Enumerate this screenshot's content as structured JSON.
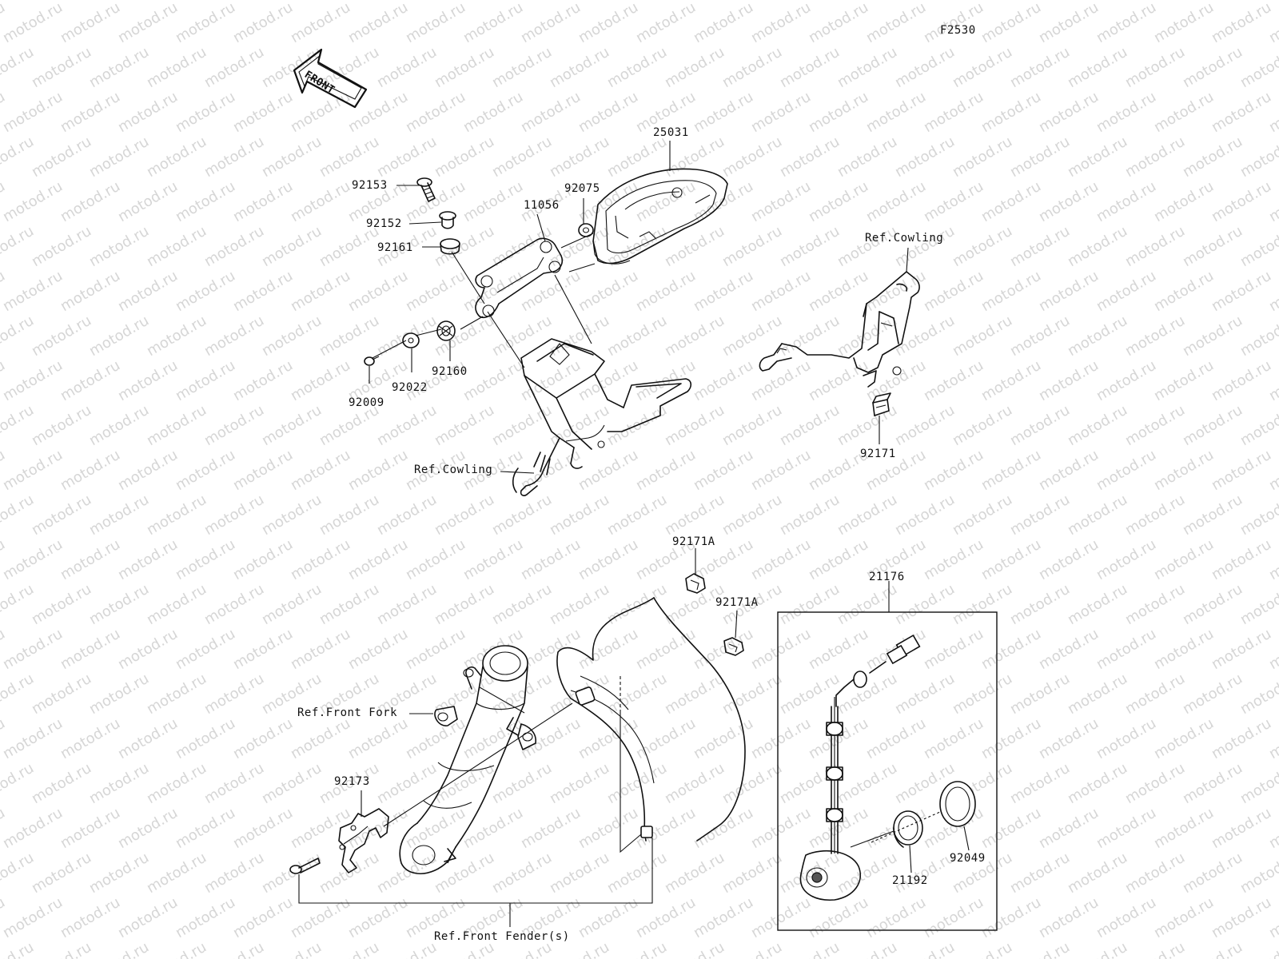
{
  "figure_code": "F2530",
  "front_badge": "FRONT",
  "watermark": "motod.ru",
  "labels": {
    "p25031": "25031",
    "p92153": "92153",
    "p92075": "92075",
    "p11056": "11056",
    "p92152": "92152",
    "p92161": "92161",
    "p92160": "92160",
    "p92022": "92022",
    "p92009": "92009",
    "ref_cowling_left": "Ref.Cowling",
    "ref_cowling_right": "Ref.Cowling",
    "p92171": "92171",
    "p92171a_1": "92171A",
    "p92171a_2": "92171A",
    "p21176": "21176",
    "ref_front_fork": "Ref.Front Fork",
    "p92173": "92173",
    "p92049": "92049",
    "p21192": "21192",
    "ref_front_fenders": "Ref.Front Fender(s)"
  }
}
